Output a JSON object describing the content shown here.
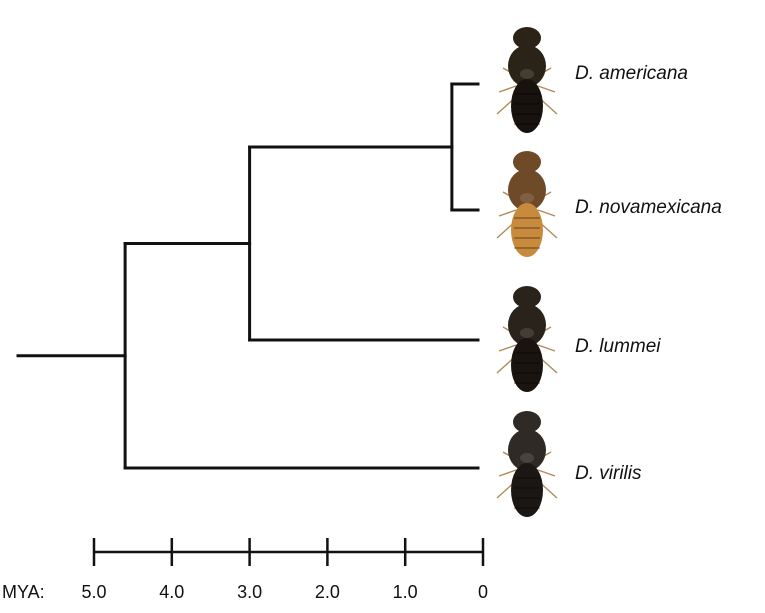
{
  "diagram": {
    "type": "phylogenetic-tree",
    "species": [
      {
        "id": "americana",
        "label": "D. americana",
        "body_color": "#2b2318",
        "abdomen_color": "#17120d"
      },
      {
        "id": "novamexicana",
        "label": "D. novamexicana",
        "body_color": "#6e4a28",
        "abdomen_color": "#c88a3c"
      },
      {
        "id": "lummei",
        "label": "D. lummei",
        "body_color": "#2a231c",
        "abdomen_color": "#19140f"
      },
      {
        "id": "virilis",
        "label": "D. virilis",
        "body_color": "#2f2a25",
        "abdomen_color": "#1b1714"
      }
    ],
    "nodes": [
      {
        "id": "root",
        "age_mya": 4.6,
        "children": [
          "virilis",
          "n2"
        ]
      },
      {
        "id": "n2",
        "age_mya": 3.0,
        "children": [
          "n3",
          "lummei"
        ]
      },
      {
        "id": "n3",
        "age_mya": 0.4,
        "children": [
          "americana",
          "novamexicana"
        ]
      }
    ],
    "time_axis": {
      "prefix": "MYA:",
      "ticks": [
        {
          "value": 5.0,
          "label": "5.0"
        },
        {
          "value": 4.0,
          "label": "4.0"
        },
        {
          "value": 3.0,
          "label": "3.0"
        },
        {
          "value": 2.0,
          "label": "2.0"
        },
        {
          "value": 1.0,
          "label": "1.0"
        },
        {
          "value": 0,
          "label": "0"
        }
      ]
    }
  }
}
